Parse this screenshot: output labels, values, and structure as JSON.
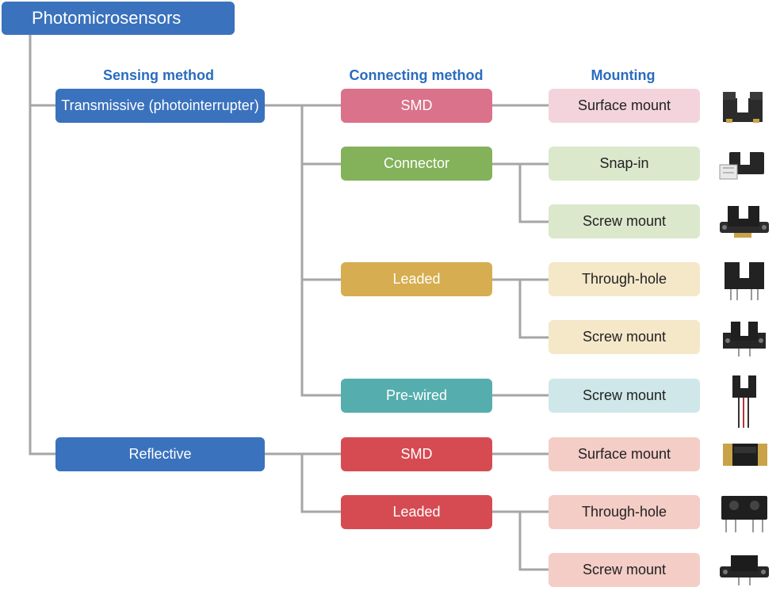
{
  "title": "Photomicrosensors",
  "headers": {
    "sensing": "Sensing method",
    "connecting": "Connecting method",
    "mounting": "Mounting"
  },
  "sensing_methods": [
    {
      "label": "Transmissive (photointerrupter)",
      "color": "#3a72bd",
      "connections": [
        {
          "label": "SMD",
          "color": "#d9728a",
          "mount_color": "#f3d4dd",
          "mounts": [
            "Surface mount"
          ]
        },
        {
          "label": "Connector",
          "color": "#84b25a",
          "mount_color": "#dbe8cc",
          "mounts": [
            "Snap-in",
            "Screw mount"
          ]
        },
        {
          "label": "Leaded",
          "color": "#d6ad50",
          "mount_color": "#f5e8c9",
          "mounts": [
            "Through-hole",
            "Screw mount"
          ]
        },
        {
          "label": "Pre-wired",
          "color": "#55adad",
          "mount_color": "#cfe7e8",
          "mounts": [
            "Screw mount"
          ]
        }
      ]
    },
    {
      "label": "Reflective",
      "color": "#3a72bd",
      "connections": [
        {
          "label": "SMD",
          "color": "#d64b52",
          "mount_color": "#f3cdc6",
          "mounts": [
            "Surface mount"
          ]
        },
        {
          "label": "Leaded",
          "color": "#d64b52",
          "mount_color": "#f3cdc6",
          "mounts": [
            "Through-hole",
            "Screw mount"
          ]
        }
      ]
    }
  ],
  "product_icons": [
    "photointerrupter-smd-icon",
    "photointerrupter-snap-in-icon",
    "photointerrupter-screw-connector-icon",
    "photointerrupter-through-hole-icon",
    "photointerrupter-screw-leaded-icon",
    "photointerrupter-prewired-icon",
    "reflective-smd-icon",
    "reflective-through-hole-icon",
    "reflective-screw-icon"
  ]
}
